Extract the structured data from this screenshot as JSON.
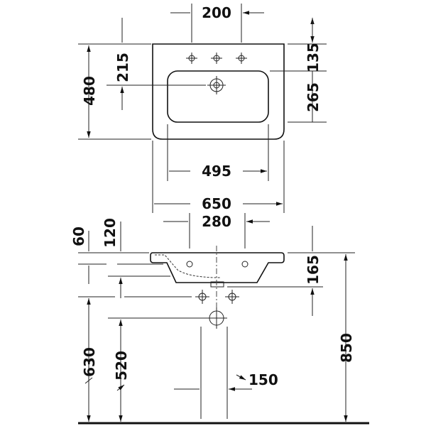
{
  "drawing": {
    "top_view": {
      "tap_spacing": "200",
      "depth_to_drain": "215",
      "overall_depth": "480",
      "rear_to_basin": "135",
      "basin_depth": "265",
      "basin_width": "495",
      "overall_width": "650"
    },
    "side_view": {
      "hole_spacing": "280",
      "rim_thickness": "60",
      "overflow_height": "120",
      "bowl_height": "165",
      "rim_height": "850",
      "waste_height": "630",
      "trap_height": "520",
      "trap_offset": "150"
    }
  }
}
